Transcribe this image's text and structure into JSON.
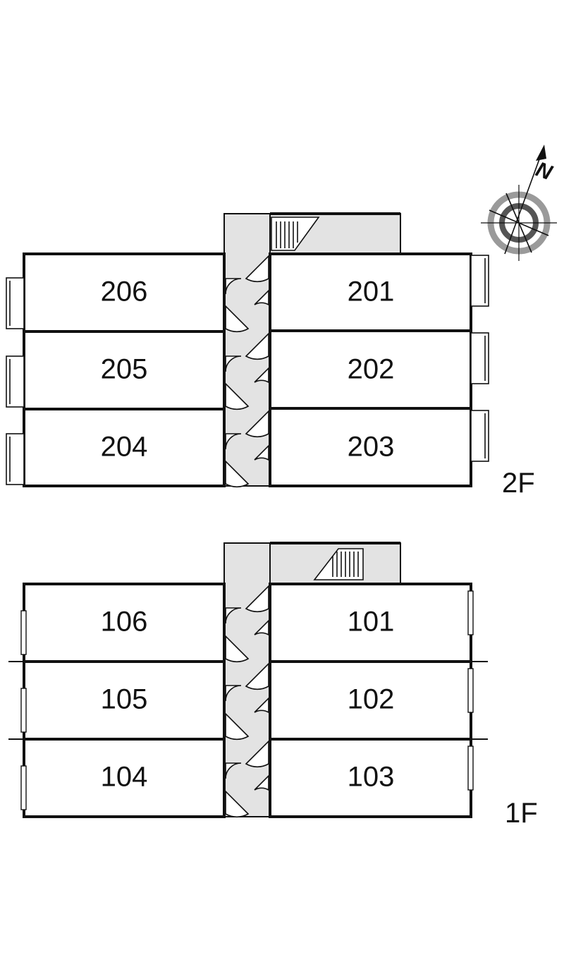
{
  "compass": {
    "letter": "N",
    "icon": "compass-rose-icon"
  },
  "floors": [
    {
      "label": "2F",
      "left_units": [
        "206",
        "205",
        "204"
      ],
      "right_units": [
        "201",
        "202",
        "203"
      ]
    },
    {
      "label": "1F",
      "left_units": [
        "106",
        "105",
        "104"
      ],
      "right_units": [
        "101",
        "102",
        "103"
      ]
    }
  ],
  "colors": {
    "line": "#111111",
    "corridor": "#e3e3e3",
    "compass_gray": "#9a9a9a",
    "compass_dark": "#555555"
  }
}
